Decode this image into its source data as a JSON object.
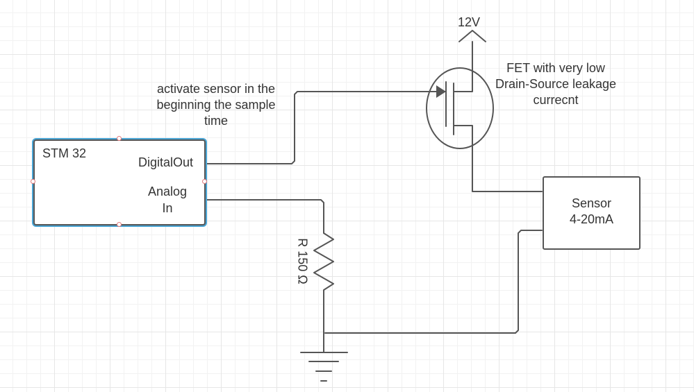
{
  "diagram": {
    "stm": {
      "title": "STM 32",
      "digital_out_label": "DigitalOut",
      "analog_in_line1": "Analog",
      "analog_in_line2": "In"
    },
    "supply_label": "12V",
    "fet_note": {
      "line1": "FET with very low",
      "line2": "Drain-Source leakage",
      "line3": "currecnt"
    },
    "activate_note": {
      "line1": "activate sensor in the",
      "line2": "beginning the sample",
      "line3": "time"
    },
    "sensor": {
      "line1": "Sensor",
      "line2": "4-20mA"
    },
    "resistor_label": "R 150 Ω"
  },
  "colors": {
    "wire": "#555555",
    "text": "#333333",
    "selection_outline": "#4aa6d6",
    "selection_handle": "#e0787a",
    "grid_major": "#e6e6e6",
    "grid_minor": "#f2f2f2"
  }
}
